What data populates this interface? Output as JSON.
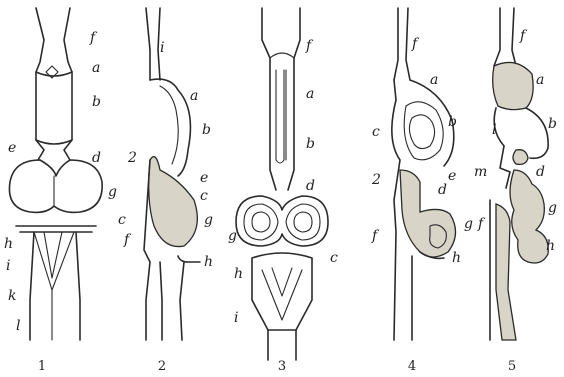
{
  "figure_numbers": [
    "1",
    "2",
    "3",
    "4",
    "5"
  ],
  "panels": [
    {
      "labels": [
        "f",
        "a",
        "b",
        "e",
        "d",
        "g",
        "c",
        "h",
        "i",
        "k",
        "l"
      ]
    },
    {
      "labels": [
        "i",
        "a",
        "b",
        "2",
        "e",
        "c",
        "f",
        "g",
        "h"
      ]
    },
    {
      "labels": [
        "f",
        "a",
        "b",
        "d",
        "g",
        "c",
        "h",
        "i"
      ]
    },
    {
      "labels": [
        "f",
        "a",
        "c",
        "b",
        "2",
        "e",
        "d",
        "f",
        "g",
        "h"
      ]
    },
    {
      "labels": [
        "f",
        "a",
        "l",
        "b",
        "m",
        "d",
        "f",
        "g",
        "h"
      ]
    }
  ]
}
